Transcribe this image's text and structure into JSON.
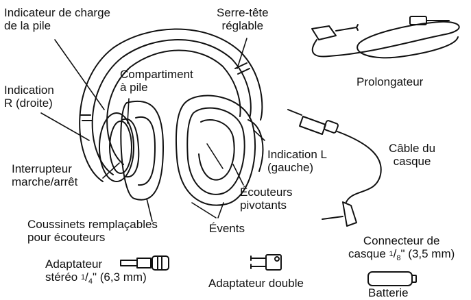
{
  "labels": {
    "battery_indicator": [
      "Indicateur de charge",
      "de la pile"
    ],
    "headband": [
      "Serre-tête",
      "réglable"
    ],
    "extension": "Prolongateur",
    "battery_compartment": [
      "Compartiment",
      "à pile"
    ],
    "indication_r": [
      "Indication",
      "R (droite)"
    ],
    "indication_l": [
      "Indication L",
      "(gauche)"
    ],
    "headphone_cable": [
      "Câble du",
      "casque"
    ],
    "power_switch": [
      "Interrupteur",
      "marche/arrêt"
    ],
    "swivel_earcups": [
      "Écouteurs",
      "pivotants"
    ],
    "ear_cushions": [
      "Coussinets remplaçables",
      "pour écouteurs"
    ],
    "vents": "Évents",
    "headset_connector": {
      "line1": "Connecteur de",
      "line2_prefix": "casque ",
      "fraction_num": "1",
      "fraction_sep": "/",
      "fraction_den": "8",
      "line2_suffix": "\" (3,5 mm)"
    },
    "stereo_adapter": {
      "line1": "Adaptateur",
      "line2_prefix": "stéréo ",
      "fraction_num": "1",
      "fraction_sep": "/",
      "fraction_den": "4",
      "line2_suffix": "\" (6,3 mm)"
    },
    "dual_adapter": "Adaptateur double",
    "battery": "Batterie"
  }
}
